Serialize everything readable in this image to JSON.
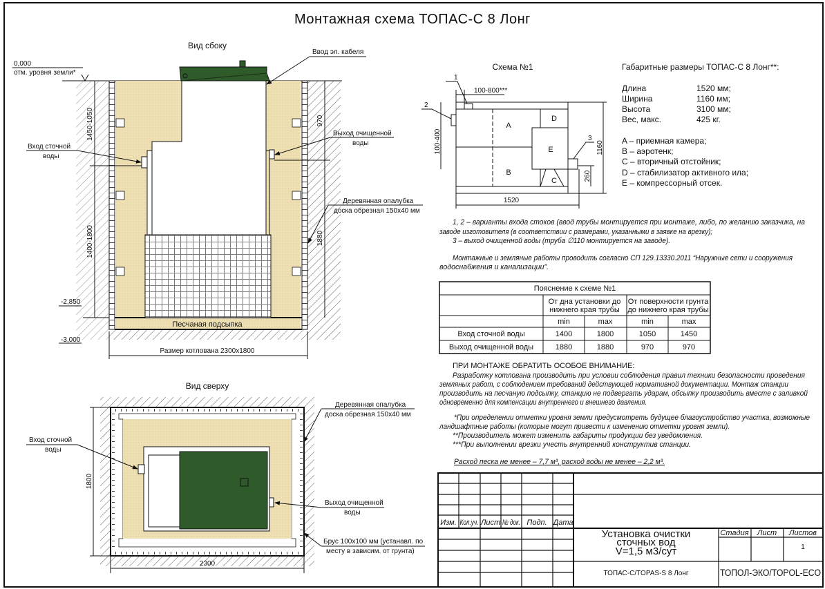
{
  "title": "Монтажная схема ТОПАС-С 8 Лонг",
  "colors": {
    "sand": "#efe0b4",
    "tank_green": "#2f5a2a",
    "line": "#111111"
  },
  "side_view": {
    "title": "Вид сбоку",
    "cable_label": "Ввод эл. кабеля",
    "ground_level": "0,000",
    "ground_level_note": "отм. уровня земли*",
    "inlet_label": [
      "Вход сточной",
      "воды"
    ],
    "outlet_label": [
      "Выход очищенной",
      "воды"
    ],
    "formwork_label": [
      "Деревянная опалубка",
      "доска обрезная 150х40 мм"
    ],
    "sand_bed": "Песчаная подсыпка",
    "level_2850": "-2,850",
    "level_3000": "-3,000",
    "pit_size": "Размер котлована 2300х1800",
    "dim_left_top": "1450-1050",
    "dim_left_bottom": "1400-1800",
    "dim_right_top": "970",
    "dim_right_bottom": "1880"
  },
  "top_view": {
    "title": "Вид сверху",
    "formwork_label": [
      "Деревянная опалубка",
      "доска обрезная 150х40 мм"
    ],
    "inlet_label": [
      "Вход сточной",
      "воды"
    ],
    "outlet_label": [
      "Выход очищенной",
      "воды"
    ],
    "beam_label": [
      "Брус 100х100 мм (устанавл. по",
      "месту в зависим. от грунта)"
    ],
    "dim_height": "1800",
    "dim_width": "2300"
  },
  "scheme": {
    "title": "Схема №1",
    "zones": {
      "a": "A",
      "b": "B",
      "c": "C",
      "d": "D",
      "e": "E"
    },
    "callouts": {
      "one": "1",
      "two": "2",
      "three": "3"
    },
    "dim_inlet_offset": "100-800***",
    "dim_side_offset": "100-400",
    "dim_width": "1160",
    "dim_outlet": "260",
    "dim_length": "1520"
  },
  "specs": {
    "title": "Габаритные размеры ТОПАС-С 8 Лонг**:",
    "rows": [
      {
        "label": "Длина",
        "value": "1520 мм;"
      },
      {
        "label": "Ширина",
        "value": "1160 мм;"
      },
      {
        "label": "Высота",
        "value": "3100 мм;"
      },
      {
        "label": "Вес, макс.",
        "value": "425 кг."
      }
    ],
    "legend": [
      "A – приемная камера;",
      "B – аэротенк;",
      "C – вторичный отстойник;",
      "D – стабилизатор активного ила;",
      "E – компрессорный отсек."
    ]
  },
  "notes": {
    "p1": [
      "1, 2 – варианты входа  стоков (ввод трубы монтируется при монтаже, либо, по желанию заказчика, на",
      "заводе изготовителя (в соответствии с размерами, указанными в заявке на врезку);",
      "3 – выход очищенной воды (труба ∅110 монтируется на заводе)."
    ],
    "p2": [
      "Монтажные и земляные работы проводить согласно СП 129.13330.2011 “Наружные сети и сооружения",
      "водоснабжения и канализации”."
    ]
  },
  "table": {
    "title": "Пояснение к схеме №1",
    "group1": [
      "От дна установки до",
      "нижнего края трубы"
    ],
    "group2": [
      "От поверхности грунта",
      "до нижнего края трубы"
    ],
    "sub": [
      "min",
      "max",
      "min",
      "max"
    ],
    "rows": [
      {
        "label": "Вход сточной воды",
        "values": [
          "1400",
          "1800",
          "1050",
          "1450"
        ]
      },
      {
        "label": "Выход очищенной воды",
        "values": [
          "1880",
          "1880",
          "970",
          "970"
        ]
      }
    ]
  },
  "attention": {
    "heading": "ПРИ МОНТАЖЕ ОБРАТИТЬ ОСОБОЕ ВНИМАНИЕ:",
    "lines": [
      "Разработку котлована производить при условии соблюдения правил техники безопасности проведения",
      "земляных работ, с соблюдением требований действующей нормативной документации. Монтаж станции",
      "производить на песчаную подсыпку, станцию не подвергать ударам, обсыпку производить вместе с заливкой",
      "одновременно для компенсации внутреннего и внешнего давления."
    ],
    "footnotes": [
      "*При определении отметки уровня земли предусмотреть будущее благоустройство участка, возможные",
      "ландшафтные работы (которые могут привести к изменению отметки уровня земли).",
      "**Производитель может изменить габариты продукции без уведомления.",
      "***При выполнении врезки учесть внутренний конструктив станции."
    ],
    "consumption": "Расход песка не менее – 7,7 м³, расход воды не менее – 2,2 м³."
  },
  "title_block": {
    "headers": [
      "Изм.",
      "Кол.уч.",
      "Лист",
      "№ док.",
      "Подп.",
      "Дата"
    ],
    "name": [
      "Установка очистки",
      "сточных вод",
      "V=1,5 м3/сут"
    ],
    "model": "ТОПАС-С/TOPAS-S 8 Лонг",
    "stage_label": "Стадия",
    "sheet_label": "Лист",
    "sheets_label": "Листов",
    "sheets_value": "1",
    "company": "ТОПОЛ-ЭКО/TOPOL-ECO"
  }
}
